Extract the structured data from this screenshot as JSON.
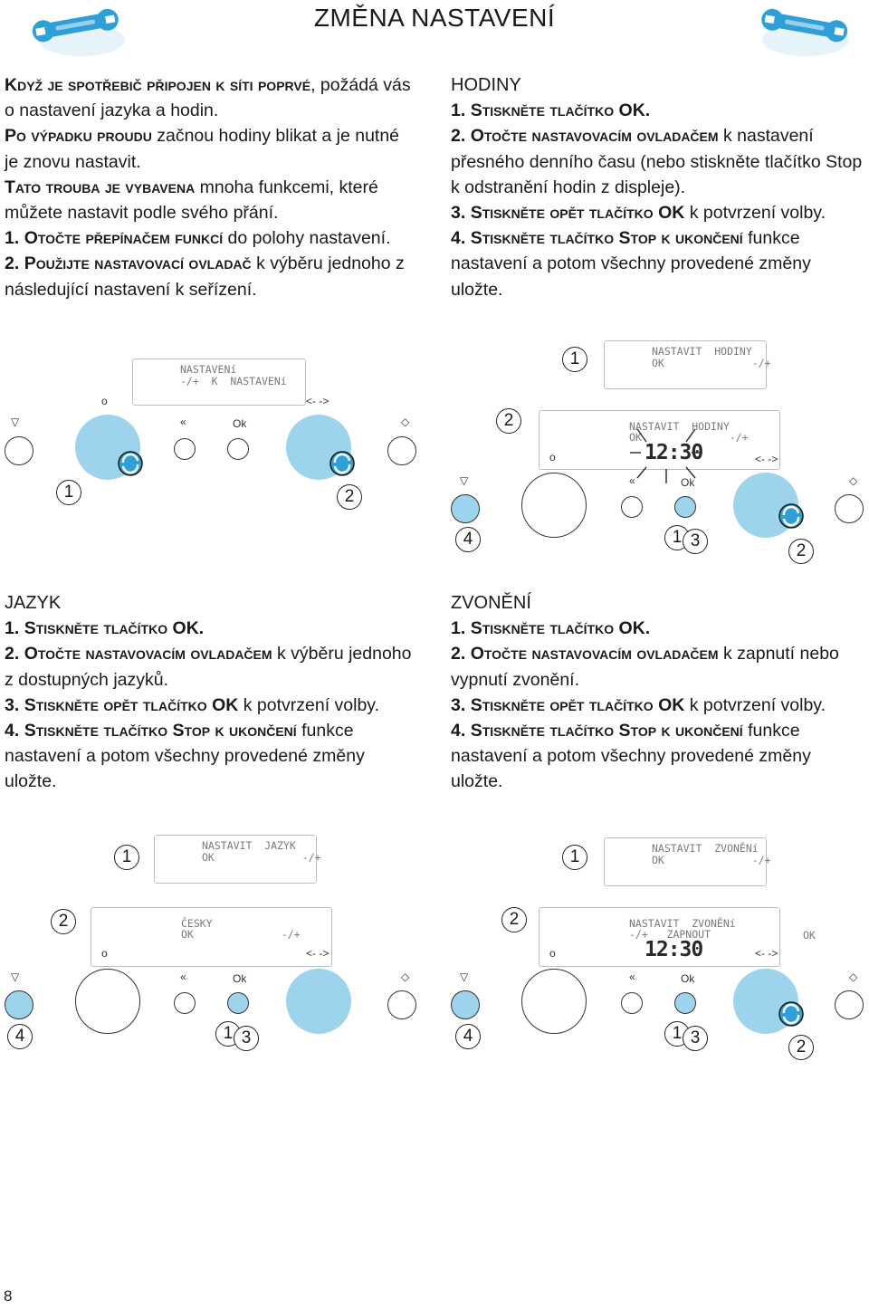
{
  "page": {
    "title": "ZMĚNA NASTAVENÍ",
    "number": "8"
  },
  "intro": {
    "l1_sc": "Když je spotřebič připojen k síti poprvé",
    "l1_rest": ", požádá vás o nastavení jazyka a hodin.",
    "l2_sc": "Po výpadku proudu",
    "l2_rest": " začnou hodiny blikat a je nutné je znovu nastavit.",
    "l3_sc": "Tato trouba je vybavena",
    "l3_rest": " mnoha funkcemi, které můžete nastavit podle svého přání.",
    "s1_num": "1.",
    "s1_sc": "Otočte přepínačem funkcí",
    "s1_rest": " do polohy nastavení.",
    "s2_num": "2.",
    "s2_sc": "Použijte nastavovací ovladač",
    "s2_rest": " k výběru jednoho z následující nastavení k seřízení."
  },
  "hodiny": {
    "heading": "HODINY",
    "s1_num": "1.",
    "s1_sc": "Stiskněte tlačítko",
    "s1_ok": "OK.",
    "s2_num": "2.",
    "s2_sc": "Otočte nastavovacím ovladačem",
    "s2_rest": " k nastavení přesného denního času (nebo stiskněte tlačítko Stop k odstranění hodin z displeje).",
    "s3_num": "3.",
    "s3_sc": "Stiskněte opět tlačítko",
    "s3_ok": "OK",
    "s3_rest": " k potvrzení volby.",
    "s4_num": "4.",
    "s4_sc": "Stiskněte tlačítko Stop k ukončení",
    "s4_rest": " funkce nastavení a potom všechny provedené změny uložte."
  },
  "jazyk": {
    "heading": "JAZYK",
    "s1_num": "1.",
    "s1_sc": "Stiskněte tlačítko",
    "s1_ok": "OK.",
    "s2_num": "2.",
    "s2_sc": "Otočte nastavovacím ovladačem",
    "s2_rest": " k výběru jednoho z dostupných jazyků.",
    "s3_num": "3.",
    "s3_sc": "Stiskněte opět tlačítko",
    "s3_ok": "OK",
    "s3_rest": " k potvrzení volby.",
    "s4_num": "4.",
    "s4_sc": "Stiskněte tlačítko Stop k ukončení",
    "s4_rest": " funkce nastavení a potom všechny provedené změny uložte."
  },
  "zvoneni": {
    "heading": "ZVONĚNÍ",
    "s1_num": "1.",
    "s1_sc": "Stiskněte tlačítko",
    "s1_ok": "OK.",
    "s2_num": "2.",
    "s2_sc": "Otočte nastavovacím ovladačem",
    "s2_rest": " k zapnutí nebo vypnutí zvonění.",
    "s3_num": "3.",
    "s3_sc": "Stiskněte opět tlačítko",
    "s3_ok": "OK",
    "s3_rest": " k potvrzení volby.",
    "s4_num": "4.",
    "s4_sc": "Stiskněte tlačítko Stop k ukončení",
    "s4_rest": " funkce nastavení a potom všechny provedené změny uložte."
  },
  "panel": {
    "knob_mark": "o",
    "ok_label": "Ok",
    "rewind_icon": "«",
    "dial_icons": "<- ->"
  },
  "displays": {
    "main_l1": "NASTAVENí",
    "main_l2": "-/+  K  NASTAVENí",
    "hod_a_l1": "NASTAVIT  HODINY",
    "hod_a_l2": "OK              -/+",
    "hod_b_l1": "NASTAVIT  HODINY",
    "hod_b_l2": "OK              -/+",
    "hod_b_time": "12:30",
    "jaz_a_l1": "NASTAVIT  JAZYK",
    "jaz_a_l2": "OK              -/+",
    "jaz_b_l1": "ČESKY",
    "jaz_b_l2": "OK              -/+",
    "zvo_a_l1": "NASTAVIT  ZVONĚNí",
    "zvo_a_l2": "OK              -/+",
    "zvo_b_l1": "NASTAVIT  ZVONĚNí",
    "zvo_b_l2": "-/+   ZAPNOUT",
    "zvo_b_time": "12:30",
    "zvo_ok": "OK"
  },
  "callouts": {
    "c1": "1",
    "c2": "2",
    "c3": "3",
    "c4": "4"
  },
  "colors": {
    "accent": "#9dd3ec",
    "logo": "#2f9fd8"
  },
  "icons": [
    "wrench-logo-icon",
    "dial-rotate-icon",
    "stop-icon",
    "start-icon",
    "rewind-icon"
  ]
}
